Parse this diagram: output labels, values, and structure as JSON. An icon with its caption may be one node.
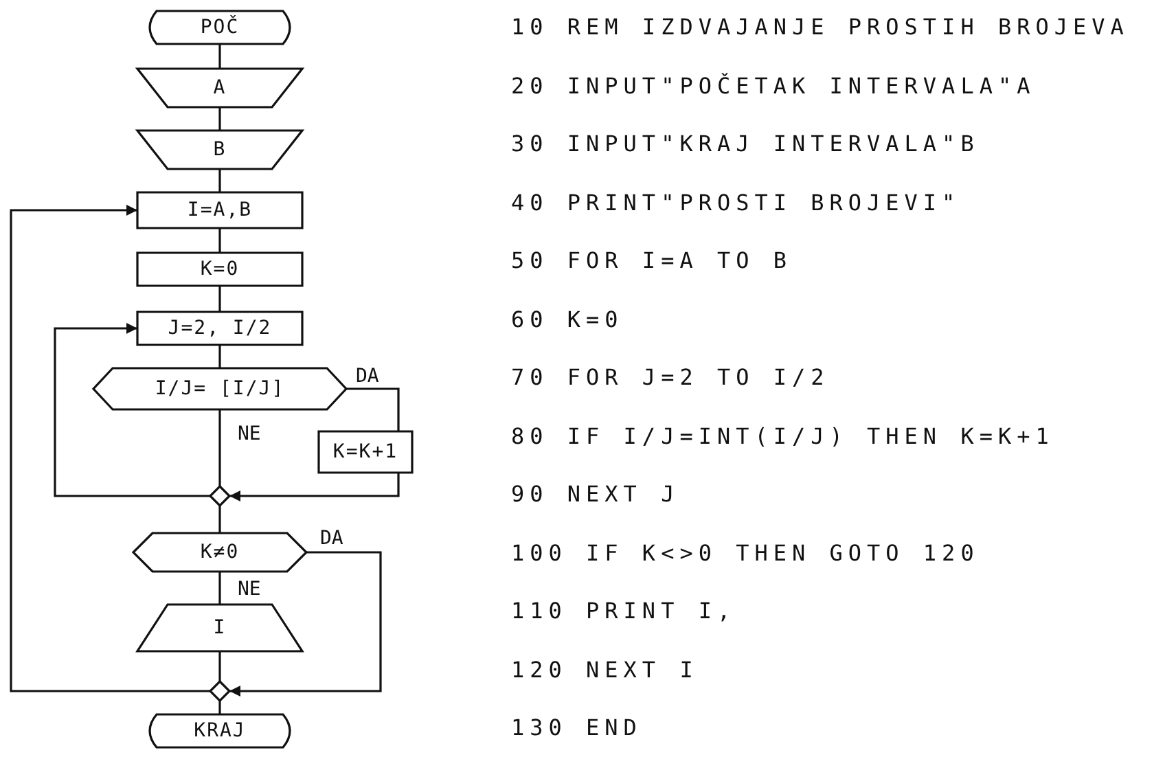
{
  "diagram": {
    "nodes": [
      {
        "text": [
          "POČ"
        ]
      },
      {
        "text": [
          "A"
        ]
      },
      {
        "text": [
          "B"
        ]
      },
      {
        "text": [
          "I=A,B"
        ]
      },
      {
        "text": [
          "K=0"
        ]
      },
      {
        "text": [
          "J=2, I/2"
        ]
      },
      {
        "text": [
          "I/J= [I/J]"
        ]
      },
      {
        "text": [
          "K=K+1"
        ]
      },
      {
        "text": [],
        "shape": "diamond"
      },
      {
        "text": [
          "K≠0"
        ]
      },
      {
        "text": [
          "I"
        ]
      },
      {
        "text": [],
        "shape": "diamond"
      },
      {
        "text": [
          "KRAJ"
        ]
      }
    ],
    "edges": [
      {
        "from": 0,
        "to": 1,
        "arrow": "none"
      },
      {
        "from": 1,
        "to": 2,
        "arrow": "none"
      },
      {
        "from": 2,
        "to": 3,
        "arrow": "none"
      },
      {
        "from": 3,
        "to": 4,
        "arrow": "none"
      },
      {
        "from": 4,
        "to": 5,
        "arrow": "none"
      },
      {
        "from": 5,
        "to": 6,
        "arrow": "none"
      },
      {
        "from": 6,
        "to": 7,
        "arrow": "none",
        "label": "DA"
      },
      {
        "from": 6,
        "to": 8,
        "arrow": "none",
        "label": "NE"
      },
      {
        "from": 7,
        "to": 8,
        "arrow": "to"
      },
      {
        "from": 8,
        "to": 5,
        "arrow": "to"
      },
      {
        "from": 8,
        "to": 9,
        "arrow": "none"
      },
      {
        "from": 9,
        "to": 10,
        "arrow": "none",
        "label": "NE"
      },
      {
        "from": 9,
        "to": 11,
        "arrow": "to",
        "label": "DA"
      },
      {
        "from": 10,
        "to": 11,
        "arrow": "none"
      },
      {
        "from": 11,
        "to": 3,
        "arrow": "to"
      },
      {
        "from": 11,
        "to": 12,
        "arrow": "none"
      }
    ],
    "labels": [
      "10 REM IZDVAJANJE PROSTIH BROJEVA",
      "20 INPUT\"POČETAK INTERVALA\"A",
      "30 INPUT\"KRAJ INTERVALA\"B",
      "40 PRINT\"PROSTI BROJEVI\"",
      "50 FOR I=A TO B",
      "60 K=0",
      "70 FOR J=2 TO I/2",
      "80 IF I/J=INT(I/J) THEN K=K+1",
      "90 NEXT J",
      "100 IF K<>0 THEN GOTO 120",
      "110 PRINT I,",
      "120 NEXT I",
      "130 END"
    ]
  }
}
